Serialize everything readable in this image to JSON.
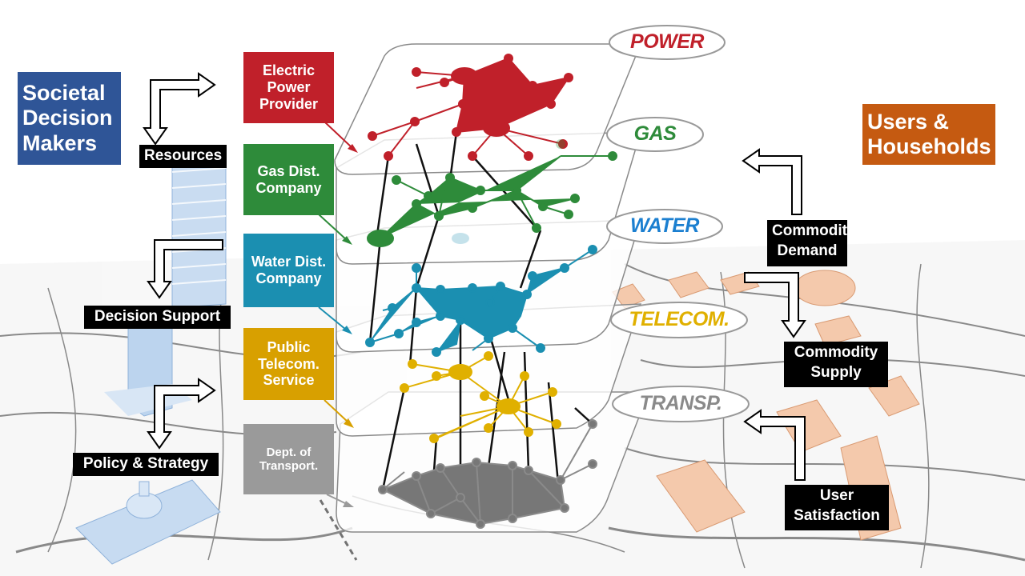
{
  "actors": {
    "societal": {
      "label": "Societal Decision Makers",
      "color": "#2f5597"
    },
    "users": {
      "label": "Users & Households",
      "color": "#c55a11"
    }
  },
  "flows_left": {
    "resources": "Resources",
    "decision_support": "Decision Support",
    "policy": "Policy & Strategy"
  },
  "flows_right": {
    "commodity_demand": "Commodity Demand",
    "commodity_supply": "Commodity Supply",
    "user_satisfaction": "User Satisfaction"
  },
  "providers": [
    {
      "label": "Electric Power Provider",
      "color": "#c0202a"
    },
    {
      "label": "Gas Dist. Company",
      "color": "#2e8b3a"
    },
    {
      "label": "Water Dist. Company",
      "color": "#1b8fb1"
    },
    {
      "label": "Public Telecom. Service",
      "color": "#d8a000"
    },
    {
      "label": "Dept. of Transport.",
      "color": "#9a9a9a"
    }
  ],
  "layers": [
    {
      "label": "POWER",
      "color": "#c0202a"
    },
    {
      "label": "GAS",
      "color": "#2e8b3a"
    },
    {
      "label": "WATER",
      "color": "#1b7fd0"
    },
    {
      "label": "TELECOM.",
      "color": "#e0b000"
    },
    {
      "label": "TRANSP.",
      "color": "#8a8a8a"
    }
  ]
}
